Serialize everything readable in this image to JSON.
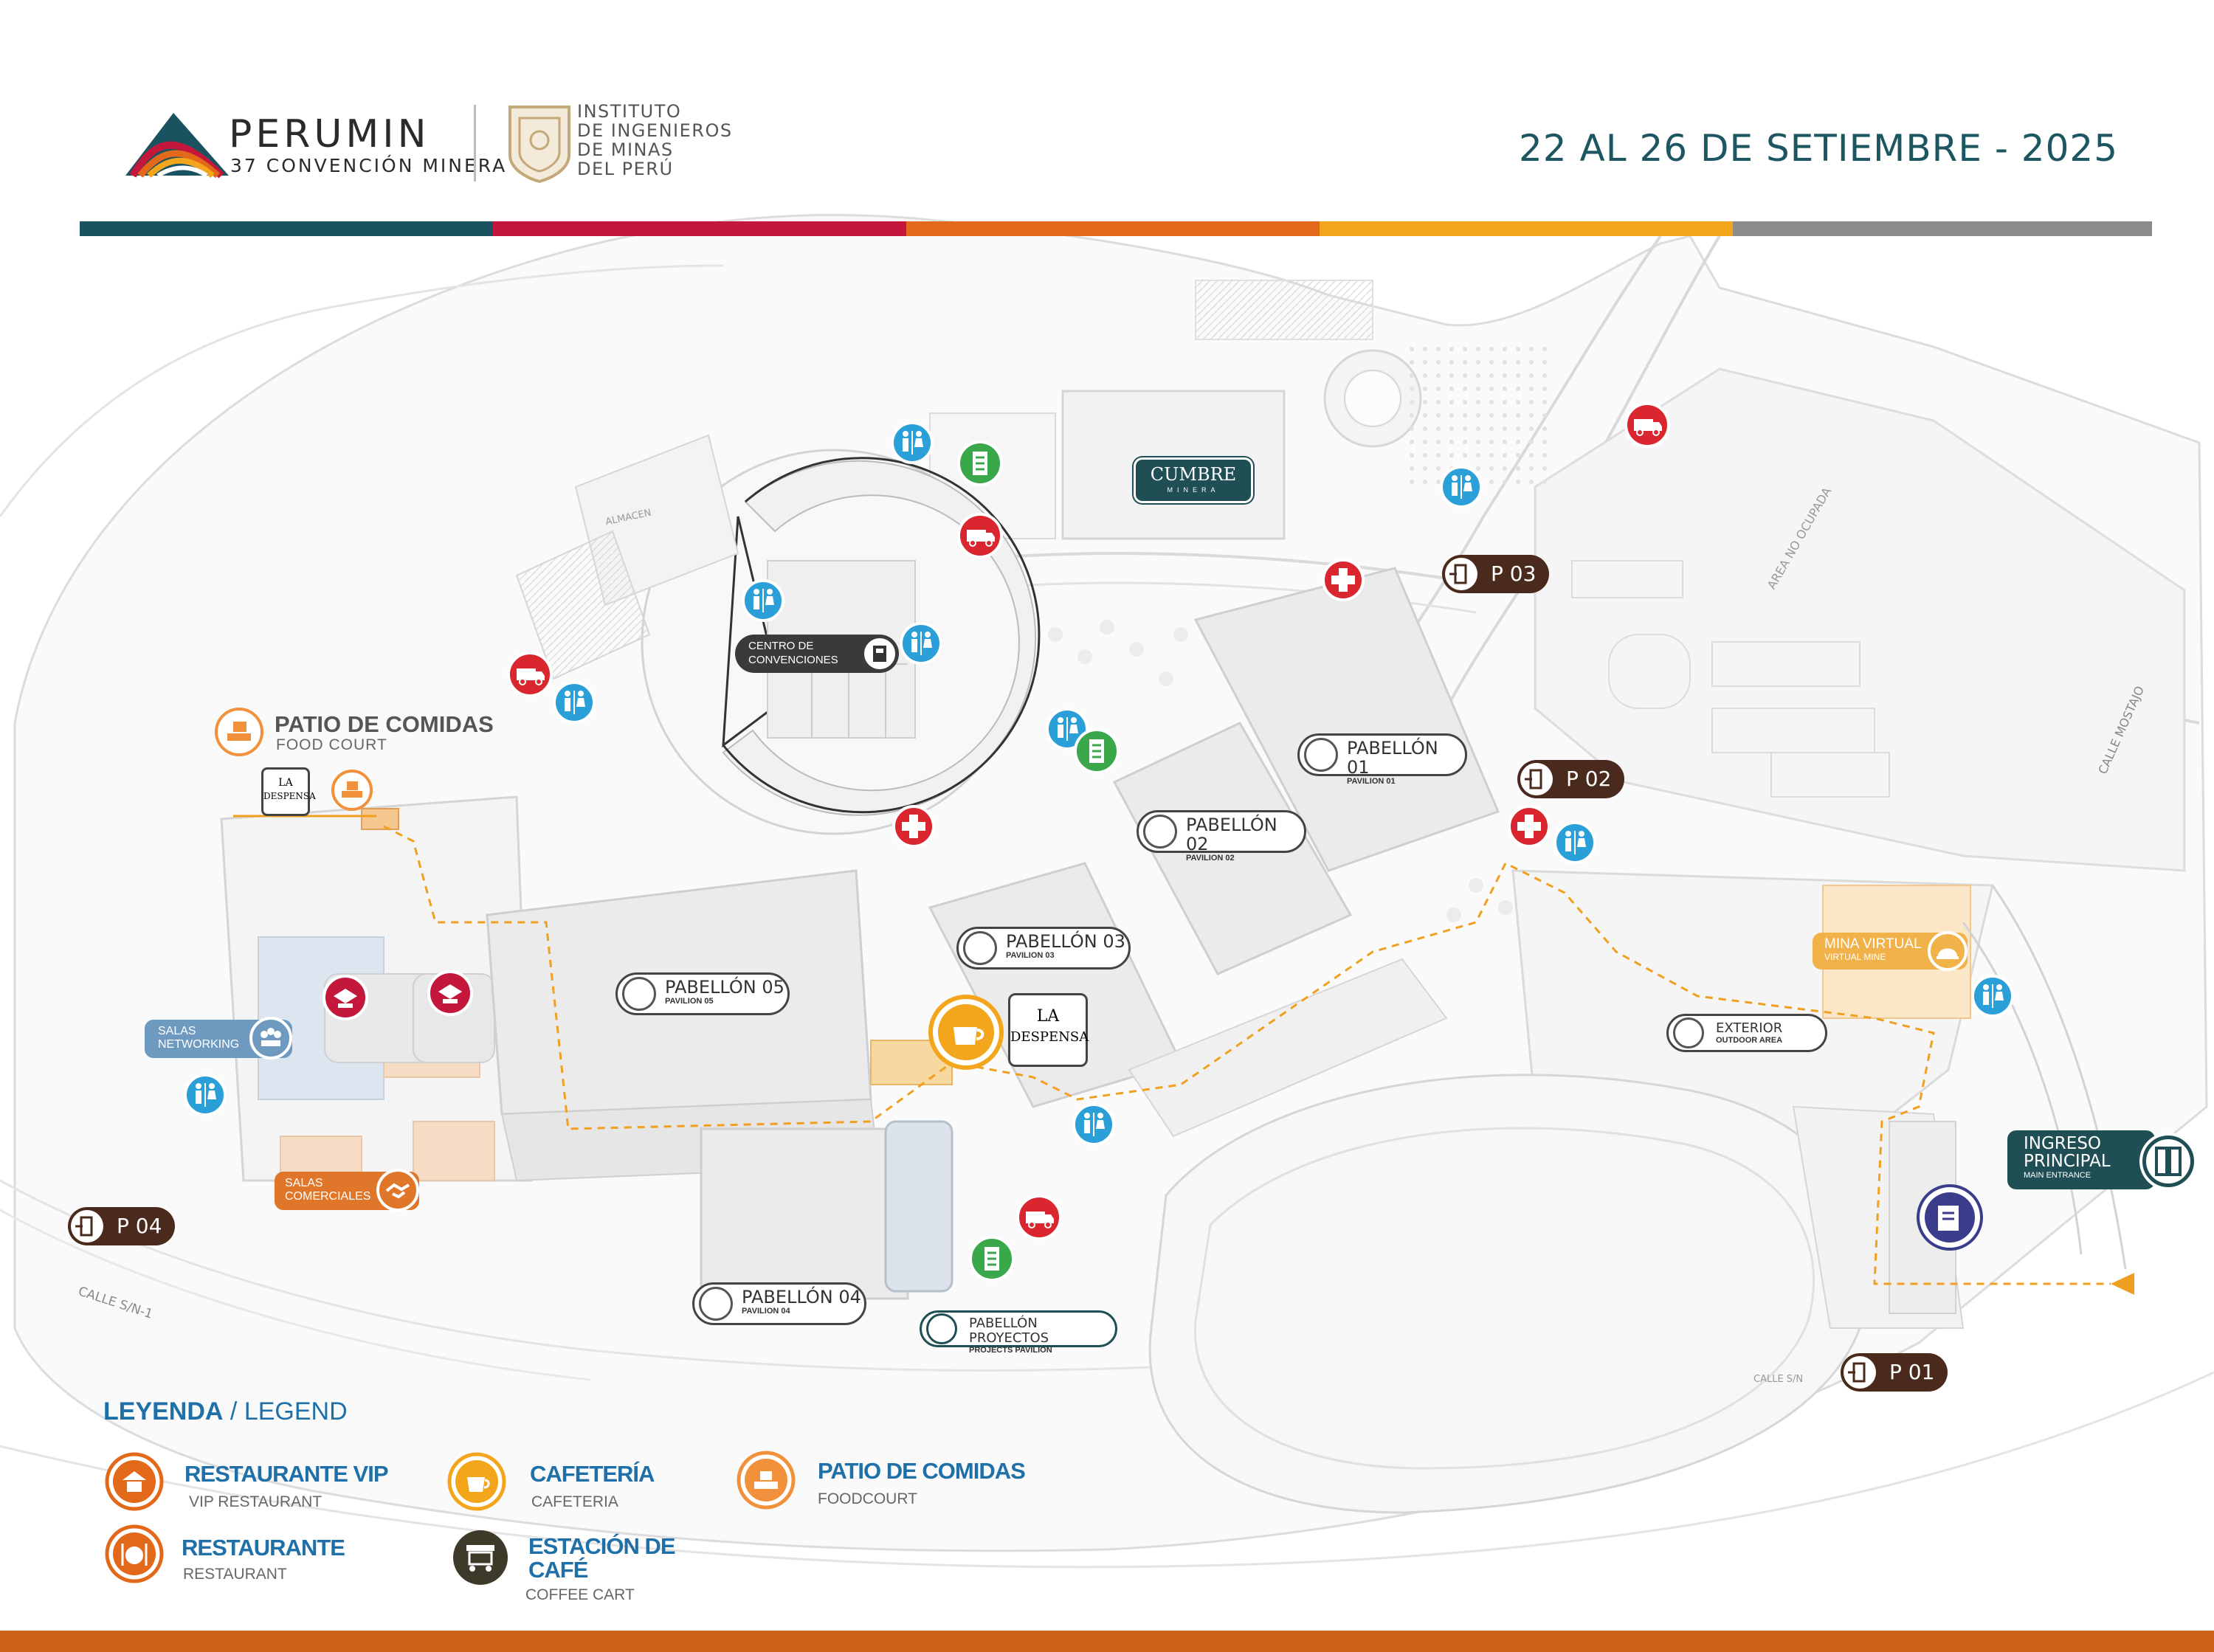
{
  "header": {
    "brand_name": "PERUMIN",
    "brand_sub": "37 CONVENCIÓN MINERA",
    "institute_lines": [
      "INSTITUTO",
      "DE INGENIEROS",
      "DE MINAS",
      "DEL PERÚ"
    ],
    "date_text": "22 AL 26 DE SETIEMBRE - 2025",
    "stripe_colors": [
      "#1b5260",
      "#c4173c",
      "#e2681a",
      "#f3a51c",
      "#8c8c8c"
    ]
  },
  "map": {
    "pavilions": [
      {
        "es": "PABELLÓN 01",
        "en": "PAVILION 01"
      },
      {
        "es": "PABELLÓN 02",
        "en": "PAVILION 02"
      },
      {
        "es": "PABELLÓN 03",
        "en": "PAVILION 03"
      },
      {
        "es": "PABELLÓN 04",
        "en": "PAVILION 04"
      },
      {
        "es": "PABELLÓN 05",
        "en": "PAVILION 05"
      },
      {
        "es": "PABELLÓN PROYECTOS",
        "en": "PROJECTS PAVILION"
      }
    ],
    "exterior": {
      "es": "EXTERIOR",
      "en": "OUTDOOR AREA"
    },
    "convention_center": "CENTRO DE CONVENCIONES",
    "cumbre": {
      "title": "CUMBRE",
      "sub": "MINERA"
    },
    "food_court": {
      "es": "PATIO DE COMIDAS",
      "en": "FOOD COURT"
    },
    "la_despensa": [
      "LA",
      "DESPENSA"
    ],
    "salas_networking": [
      "SALAS",
      "NETWORKING"
    ],
    "salas_comerciales": [
      "SALAS",
      "COMERCIALES"
    ],
    "mina_virtual": {
      "es": "MINA VIRTUAL",
      "en": "VIRTUAL MINE"
    },
    "main_entrance": {
      "es_line1": "INGRESO",
      "es_line2": "PRINCIPAL",
      "en": "MAIN ENTRANCE"
    },
    "parkings": [
      "P 01",
      "P 02",
      "P 03",
      "P 04"
    ],
    "small_labels": {
      "almacen": "ALMACEN",
      "area_no_ocupada": "AREA NO OCUPADA",
      "calle_mostajo": "CALLE MOSTAJO",
      "calle_sn1": "CALLE S/N-1",
      "calle_sn": "CALLE S/N"
    },
    "colors": {
      "restroom": "#2a9fd8",
      "first_aid": "#d9262f",
      "ambulance": "#d9262f",
      "info": "#3aa84a",
      "path": "#f0a020",
      "dark_teal": "#1f4f55",
      "parking": "#4a2a1c",
      "networking": "#6e9ac0",
      "comerciales": "#e0762a",
      "mina_virtual": "#f2b24a"
    },
    "icons": [
      "restroom-icon",
      "first-aid-icon",
      "ambulance-icon",
      "info-icon",
      "coffee-icon",
      "vip-restaurant-icon",
      "exit-door-icon",
      "registration-icon"
    ]
  },
  "legend": {
    "title_es": "LEYENDA",
    "title_sep": " / ",
    "title_en": "LEGEND",
    "items": [
      {
        "es": "RESTAURANTE VIP",
        "en": "VIP RESTAURANT",
        "color": "#e2681a"
      },
      {
        "es": "CAFETERÍA",
        "en": "CAFETERIA",
        "color": "#f3a51c"
      },
      {
        "es": "PATIO DE COMIDAS",
        "en": "FOODCOURT",
        "color": "#f2913c"
      },
      {
        "es": "RESTAURANTE",
        "en": "RESTAURANT",
        "color": "#e2681a"
      },
      {
        "es": "ESTACIÓN DE CAFÉ",
        "en": "COFFEE CART",
        "color": "#3d3a2a"
      }
    ]
  }
}
